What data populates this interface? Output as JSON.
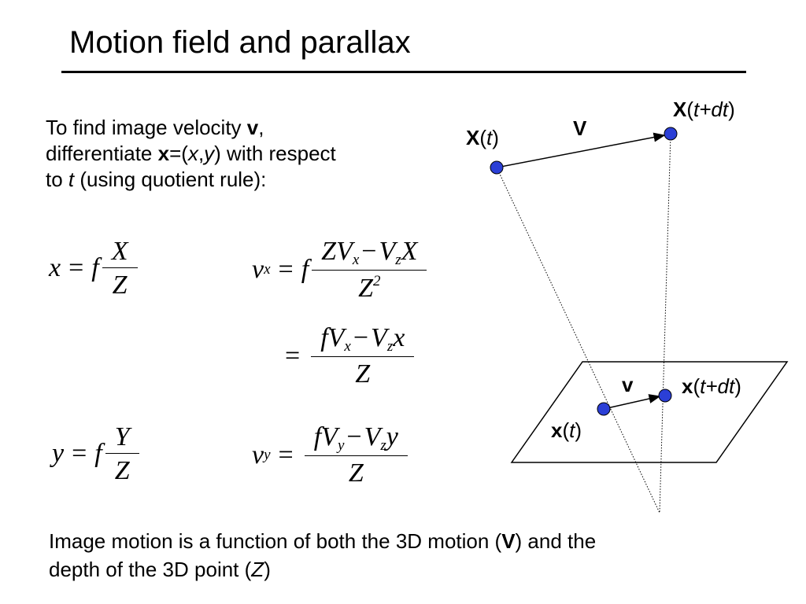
{
  "title": "Motion field and parallax",
  "intro": {
    "p1": "To find image velocity ",
    "v": "v",
    "p2": ",",
    "p3": "differentiate ",
    "xbold": "x",
    "p4": "=(",
    "xi": "x",
    "comma": ",",
    "yi": "y",
    "p5": ")  with respect",
    "p6": "to ",
    "ti": "t",
    "p7": " (using quotient rule):"
  },
  "equations": {
    "x_def": {
      "lhs": "x",
      "eq": "=",
      "f": "f",
      "num": "X",
      "den": "Z"
    },
    "y_def": {
      "lhs": "y",
      "eq": "=",
      "f": "f",
      "num": "Y",
      "den": "Z"
    },
    "vx_1": {
      "lhs": "v",
      "sub": "x",
      "eq": "=",
      "f": "f",
      "num_a": "ZV",
      "num_a_sub": "x",
      "minus": "−",
      "num_b": "V",
      "num_b_sub": "z",
      "num_c": "X",
      "den": "Z",
      "den_sup": "2"
    },
    "vx_2": {
      "eq": "=",
      "num_a": "fV",
      "num_a_sub": "x",
      "minus": "−",
      "num_b": "V",
      "num_b_sub": "z",
      "num_c": "x",
      "den": "Z"
    },
    "vy": {
      "lhs": "v",
      "sub": "y",
      "eq": "=",
      "num_a": "fV",
      "num_a_sub": "y",
      "minus": "−",
      "num_b": "V",
      "num_b_sub": "z",
      "num_c": "y",
      "den": "Z"
    }
  },
  "diagram": {
    "X_t": {
      "bold": "X",
      "open": "(",
      "t": "t",
      "close": ")"
    },
    "X_tdt": {
      "bold": "X",
      "open": "(",
      "t": "t+dt",
      "close": ")"
    },
    "V": "V",
    "v": "v",
    "x_t": {
      "bold": "x",
      "open": "(",
      "t": "t",
      "close": ")"
    },
    "x_tdt": {
      "bold": "x",
      "open": "(",
      "t": "t+dt",
      "close": ")"
    },
    "point_color": "#2b3fd6"
  },
  "footer": {
    "p1": "Image motion is a function of both the 3D motion (",
    "V": "V",
    "p2": ") and the",
    "p3": "depth of the 3D point (",
    "Z": "Z",
    "p4": ")"
  }
}
